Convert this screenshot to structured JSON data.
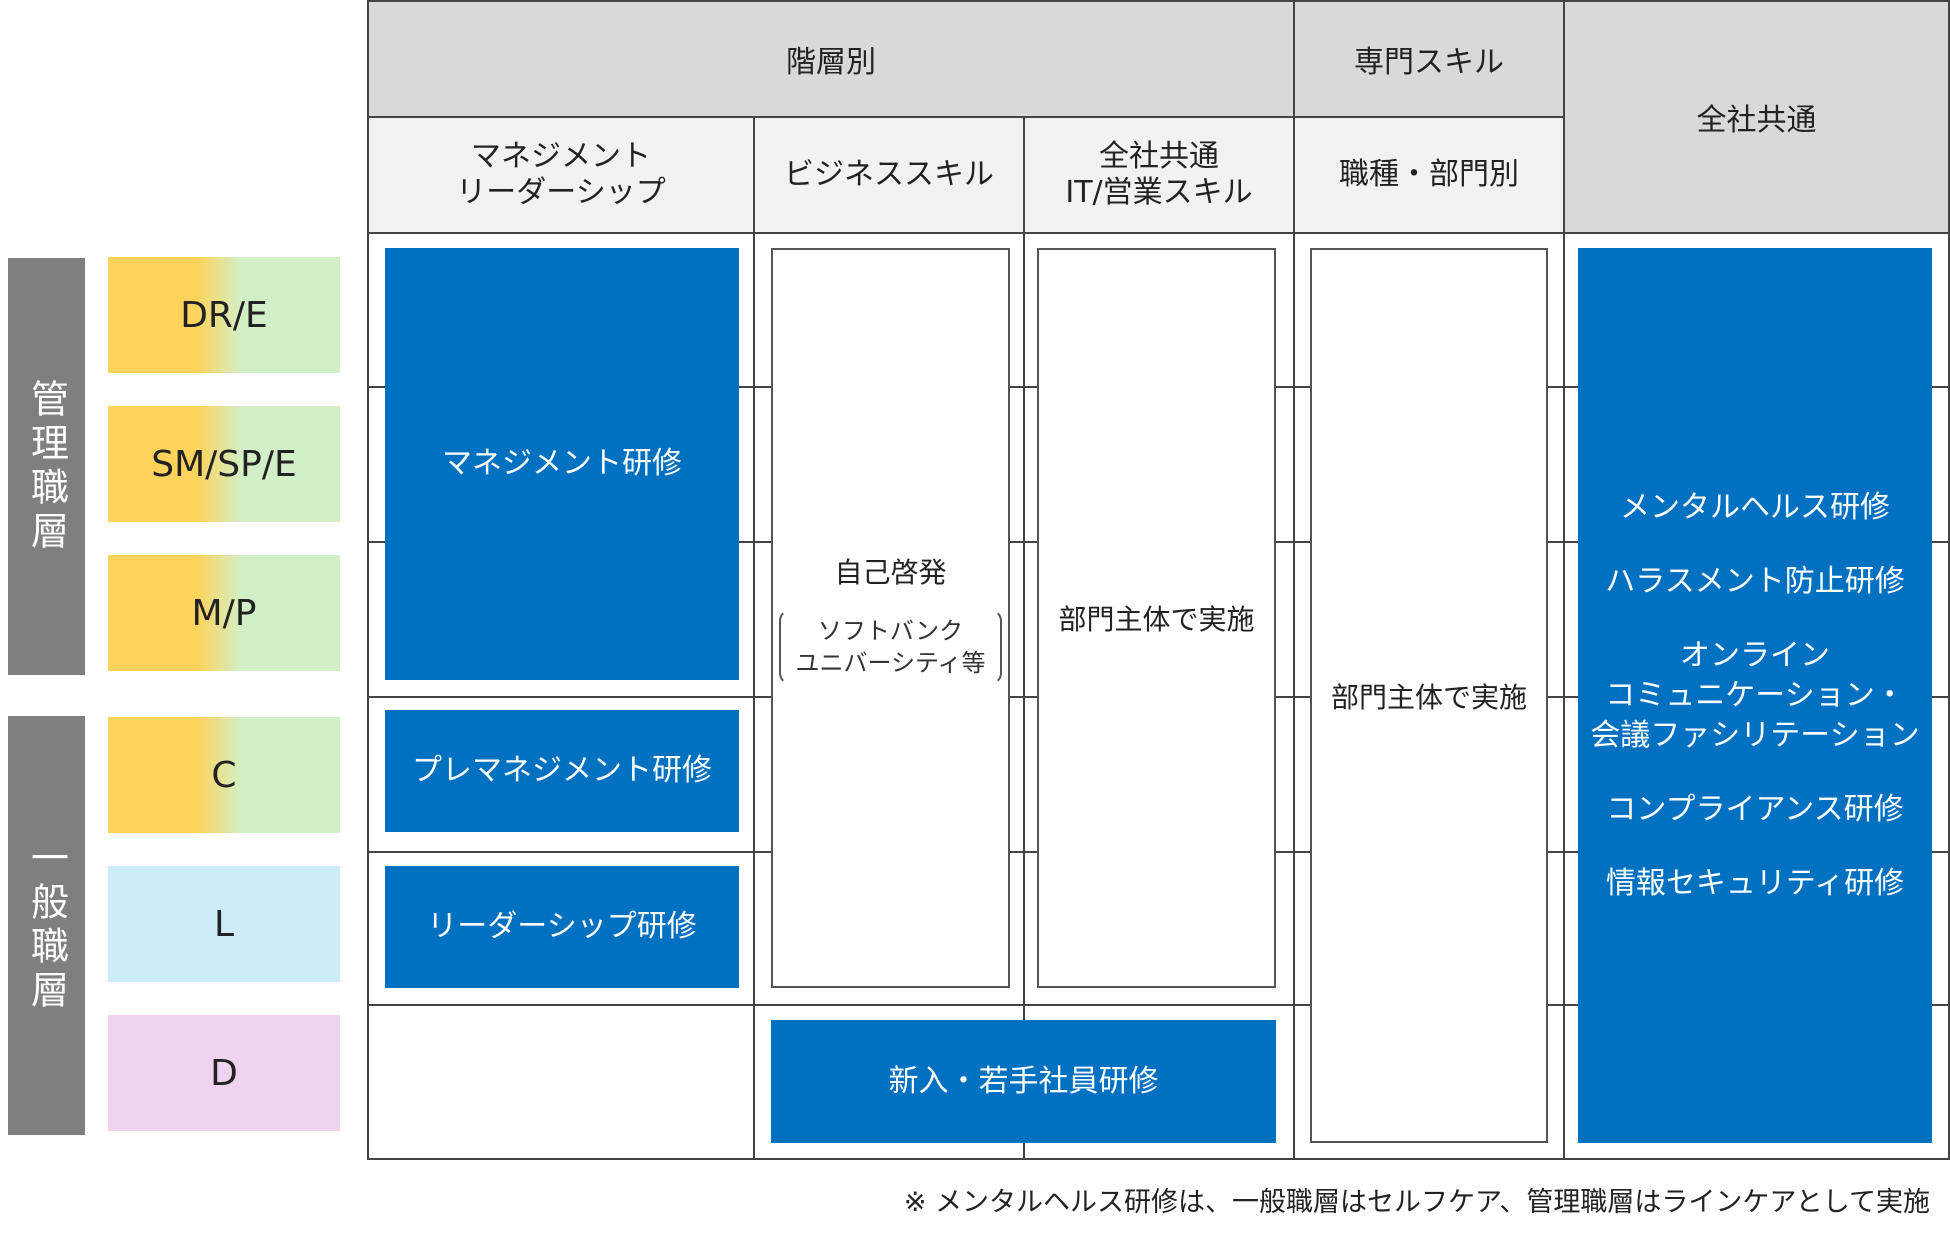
{
  "side_groups": {
    "management": "管理職層",
    "general": "一般職層"
  },
  "grades": [
    "DR/E",
    "SM/SP/E",
    "M/P",
    "C",
    "L",
    "D"
  ],
  "colors": {
    "header_top": "#d9d9d9",
    "header_sub": "#f2f2f2",
    "program_blue": "#0070c0",
    "side_tab": "#7f7f7f",
    "grade_yellow": "#fdd35a",
    "grade_green": "#d2f0c8",
    "grade_l": "#cdebf8",
    "grade_d": "#f0d3f0"
  },
  "headers": {
    "hierarchy": "階層別",
    "specialty": "専門スキル",
    "company_wide": "全社共通",
    "management_leadership": "マネジメント\nリーダーシップ",
    "business_skills": "ビジネススキル",
    "company_it_sales": "全社共通\nIT/営業スキル",
    "by_job_dept": "職種・部門別"
  },
  "programs": {
    "management_training": "マネジメント研修",
    "pre_management_training": "プレマネジメント研修",
    "leadership_training": "リーダーシップ研修",
    "self_development": "自己啓発",
    "self_development_note": "ソフトバンク\nユニバーシティ等",
    "dept_implemented_it": "部門主体で実施",
    "dept_implemented_specialty": "部門主体で実施",
    "new_young_training": "新入・若手社員研修",
    "company_wide_list": [
      "メンタルヘルス研修",
      "ハラスメント防止研修",
      "オンライン\nコミュニケーション・\n会議ファシリテーション",
      "コンプライアンス研修",
      "情報セキュリティ研修"
    ]
  },
  "footnote": "※ メンタルヘルス研修は、一般職層はセルフケア、管理職層はラインケアとして実施"
}
